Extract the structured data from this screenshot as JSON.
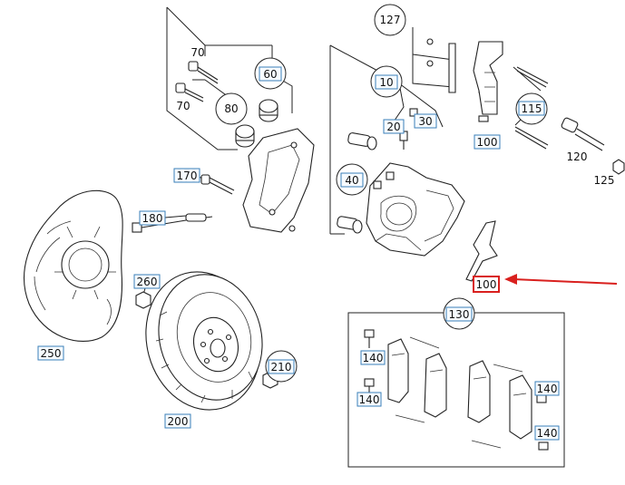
{
  "diagram": {
    "labels": {
      "l127": "127",
      "l70a": "70",
      "l70b": "70",
      "l60": "60",
      "l80": "80",
      "l10": "10",
      "l20": "20",
      "l30": "30",
      "l115": "115",
      "l100a": "100",
      "l120": "120",
      "l125": "125",
      "l170": "170",
      "l40": "40",
      "l180": "180",
      "l260": "260",
      "l250": "250",
      "l100b": "100",
      "l130": "130",
      "l210": "210",
      "l200": "200",
      "l140a": "140",
      "l140b": "140",
      "l140c": "140",
      "l140d": "140"
    },
    "colors": {
      "highlight": "#d9201e",
      "tag_border": "#3a7fb8",
      "line": "#222222"
    },
    "highlighted_part": "100"
  }
}
